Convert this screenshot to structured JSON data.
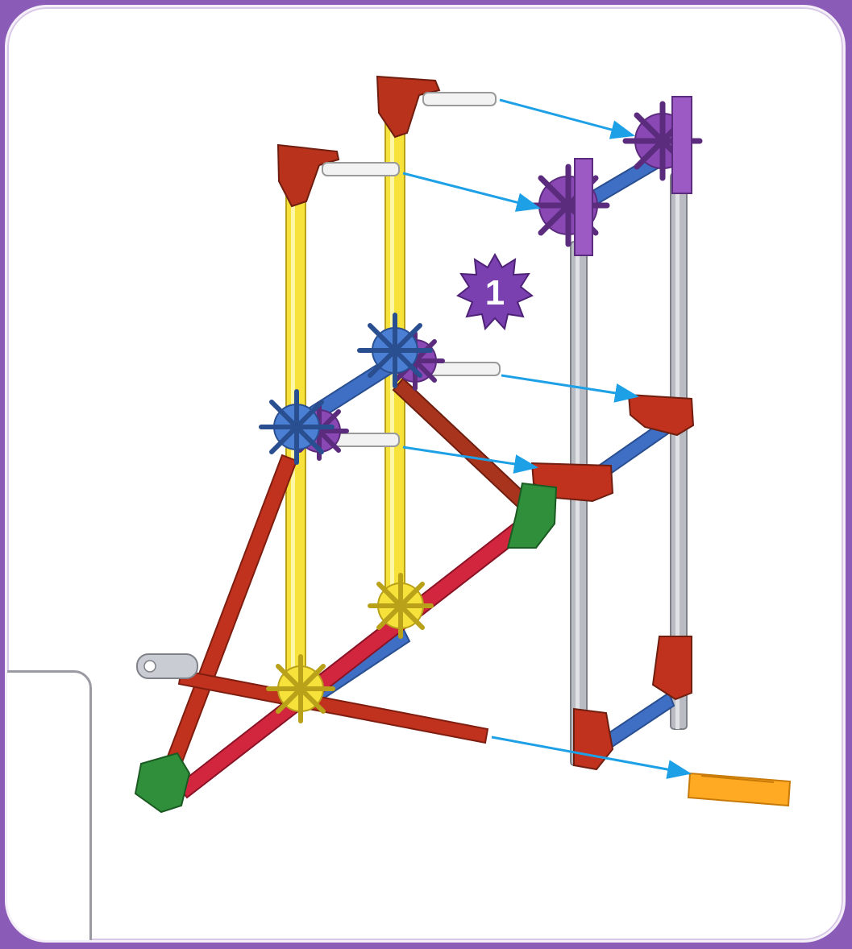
{
  "figure": {
    "step_number": "1",
    "colors": {
      "frame_purple": "#8a5cb8",
      "red": "#c0321e",
      "yellow": "#f6e23a",
      "blue": "#3f6fc4",
      "purple_connector": "#8a48b4",
      "gray_rod": "#b9bcc2",
      "white_rod": "#f2f2f2",
      "green_connector": "#2f8f3a",
      "orange_clip": "#ffaa22",
      "arrow_blue": "#1ea0e6"
    },
    "parts": [
      "red-corner-connector",
      "yellow-rod",
      "blue-rod",
      "purple-hub",
      "gray-rod",
      "white-rod",
      "green-connector",
      "orange-clip"
    ]
  }
}
